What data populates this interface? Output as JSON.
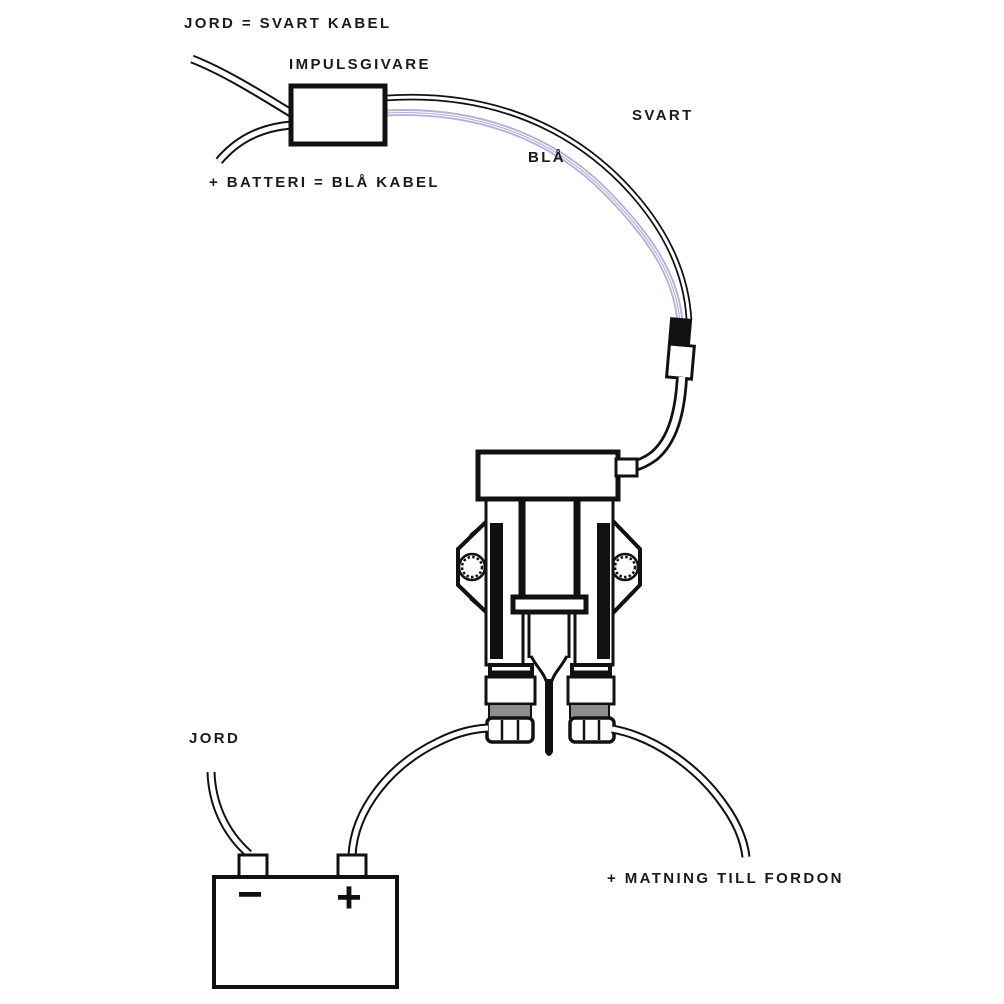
{
  "diagram": {
    "title": "impulse-sensor-wiring-diagram",
    "labels": {
      "ground_top": "JORD = SVART KABEL",
      "sensor": "IMPULSGIVARE",
      "black_wire": "SVART",
      "blue_wire": "BLÅ",
      "battery_blue": "+ BATTERI = BLÅ KABEL",
      "ground_bottom": "JORD",
      "feed_vehicle": "+ MATNING TILL FORDON"
    },
    "battery": {
      "negative_symbol": "−",
      "positive_symbol": "+"
    },
    "colors": {
      "line": "#1a1a1a",
      "blue_cable": "#b3b3d9",
      "collar_gray": "#8e8e8e",
      "background": "#ffffff"
    }
  }
}
